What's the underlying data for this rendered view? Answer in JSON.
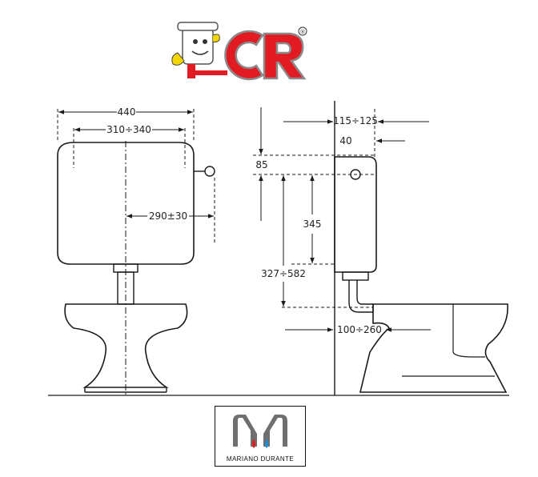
{
  "logo_top": {
    "brand": "CR",
    "registered_mark": "®",
    "colors": {
      "red": "#e21a22",
      "grey": "#8a8a8a",
      "yellow": "#f3d600"
    }
  },
  "dimensions": {
    "width_total": "440",
    "width_inner": "310÷340",
    "handle_offset": "290±30",
    "depth_range": "115÷125",
    "depth_small": "40",
    "top_drop": "85",
    "height_tank": "345",
    "height_total": "327÷582",
    "pipe_offset": "100÷260"
  },
  "logo_bottom": {
    "text": "MARIANO DURANTE",
    "colors": {
      "grey": "#6f6f6f",
      "red": "#e21a22",
      "blue": "#1e8fd6"
    }
  }
}
